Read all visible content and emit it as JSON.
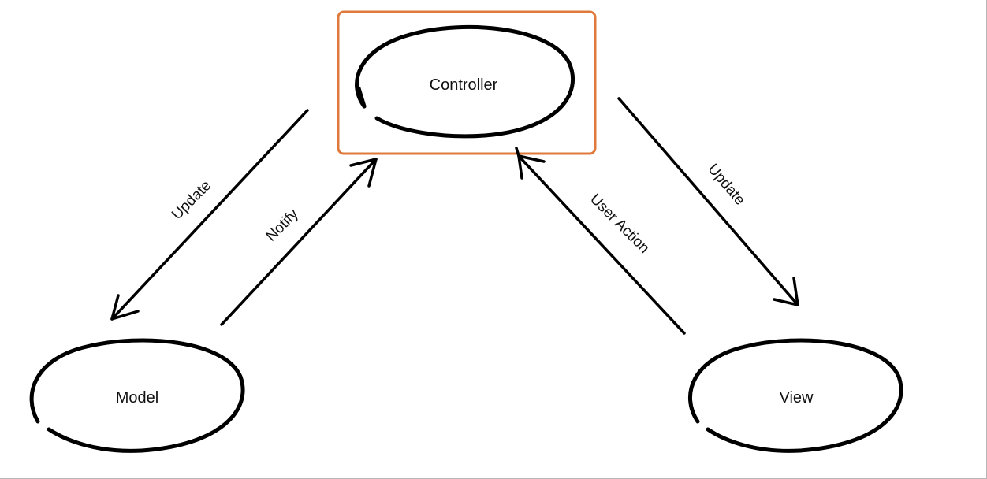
{
  "nodes": {
    "controller": {
      "label": "Controller"
    },
    "model": {
      "label": "Model"
    },
    "view": {
      "label": "View"
    }
  },
  "edges": {
    "controller_to_model": {
      "label": "Update"
    },
    "model_to_controller": {
      "label": "Notify"
    },
    "view_to_controller": {
      "label": "User Action"
    },
    "controller_to_view": {
      "label": "Update"
    }
  },
  "colors": {
    "highlight": "#e07a3c",
    "stroke": "#000000"
  }
}
